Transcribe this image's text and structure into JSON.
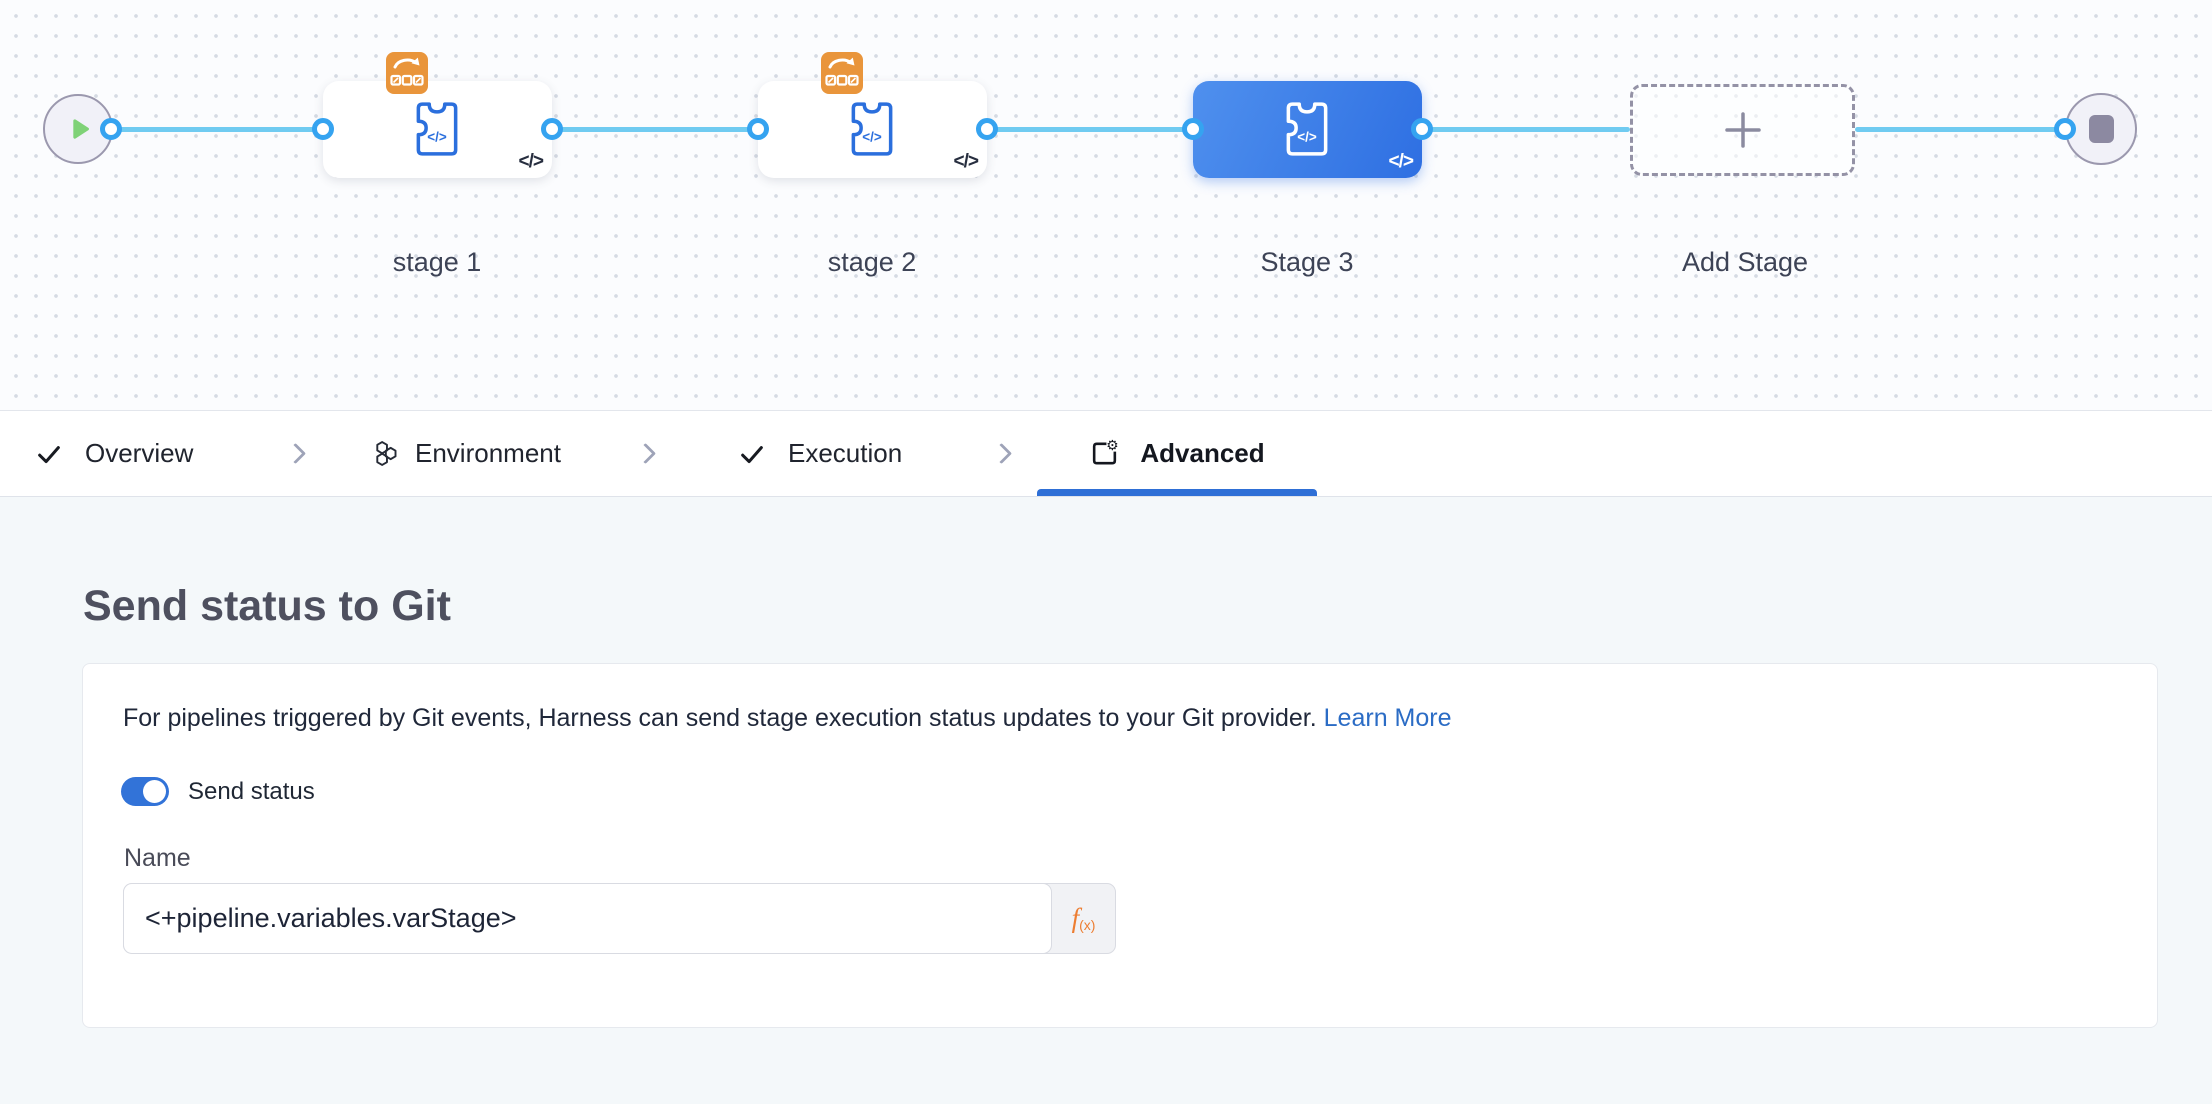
{
  "icons": {
    "check": "✓",
    "code": "</>"
  },
  "colors": {
    "accent_blue": "#2e6fd6",
    "selected_stage_gradient": [
      "#4f90ee",
      "#2e6fe2"
    ],
    "connector_line": "#70cbf1",
    "port_ring": "#35a3f0",
    "toggle_on": "#3273d8",
    "link": "#2b6cc5",
    "expression_orange": "#ed7d31",
    "badge_orange": "#e9953b"
  },
  "pipeline": {
    "stages": [
      {
        "name": "stage 1",
        "type": "custom-stage",
        "selected": false,
        "badge": "rollback-icon"
      },
      {
        "name": "stage 2",
        "type": "custom-stage",
        "selected": false,
        "badge": "rollback-icon"
      },
      {
        "name": "Stage 3",
        "type": "custom-stage",
        "selected": true
      },
      {
        "name": "Add Stage",
        "type": "add-stage"
      }
    ]
  },
  "tabs": {
    "items": [
      {
        "label": "Overview",
        "icon": "check-icon",
        "state": "completed"
      },
      {
        "label": "Environment",
        "icon": "hexagons-icon",
        "state": "default"
      },
      {
        "label": "Execution",
        "icon": "check-icon",
        "state": "completed"
      },
      {
        "label": "Advanced",
        "icon": "doc-gear-icon",
        "state": "active"
      }
    ]
  },
  "panel": {
    "heading": "Send status to Git",
    "description": "For pipelines triggered by Git events, Harness can send stage execution status updates to your Git provider.",
    "link_label": "Learn More",
    "toggle_label": "Send status",
    "toggle_on": true,
    "name_label": "Name",
    "name_value": "<+pipeline.variables.varStage>",
    "expression_f": "f",
    "expression_sub": "(x)"
  }
}
